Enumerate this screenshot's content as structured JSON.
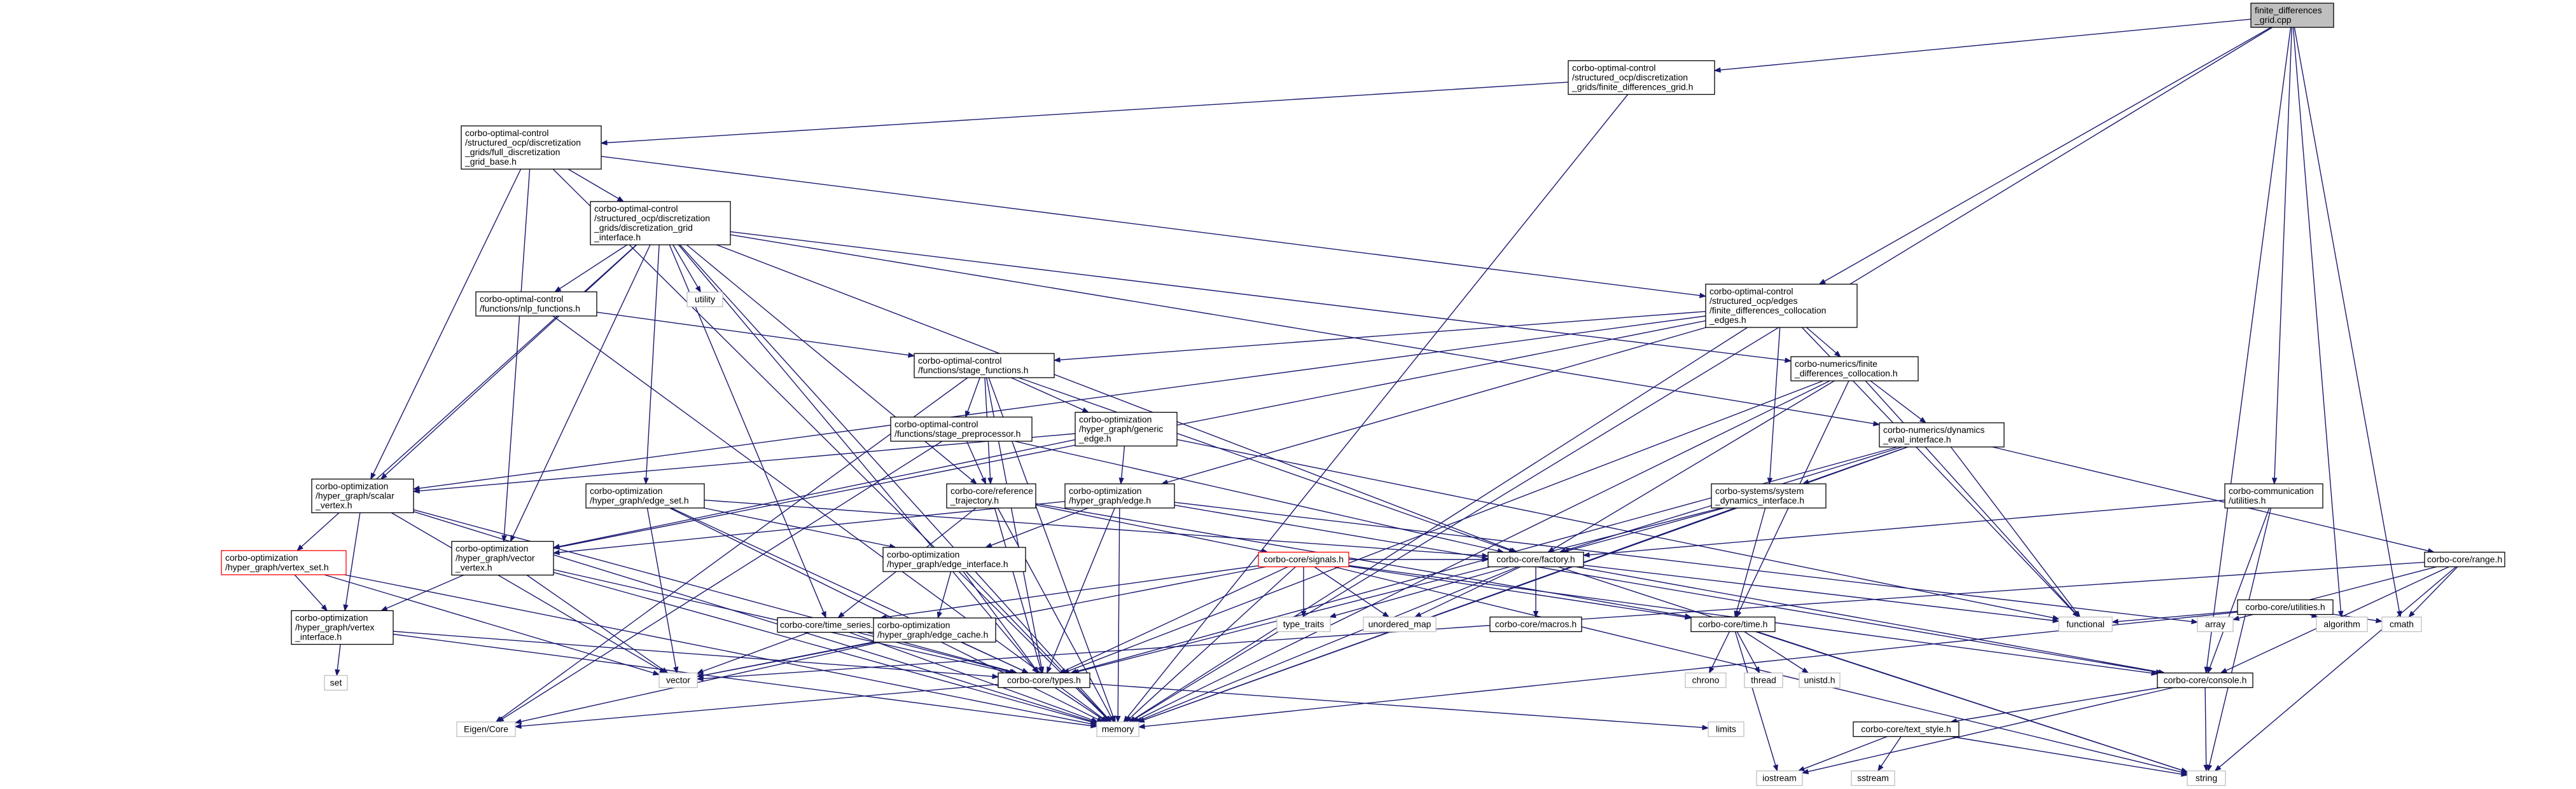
{
  "diagram": {
    "type": "include-dependency-graph",
    "nodes": [
      {
        "id": "root",
        "lines": [
          "finite_differences",
          "_grid.cpp"
        ],
        "kind": "root"
      },
      {
        "id": "fdg",
        "lines": [
          "corbo-optimal-control",
          "/structured_ocp/discretization",
          "_grids/finite_differences_grid.h"
        ],
        "kind": "normal"
      },
      {
        "id": "fdb",
        "lines": [
          "corbo-optimal-control",
          "/structured_ocp/discretization",
          "_grids/full_discretization",
          "_grid_base.h"
        ],
        "kind": "normal"
      },
      {
        "id": "dgi",
        "lines": [
          "corbo-optimal-control",
          "/structured_ocp/discretization",
          "_grids/discretization_grid",
          "_interface.h"
        ],
        "kind": "normal"
      },
      {
        "id": "fdce",
        "lines": [
          "corbo-optimal-control",
          "/structured_ocp/edges",
          "/finite_differences_collocation",
          "_edges.h"
        ],
        "kind": "normal"
      },
      {
        "id": "nlpf",
        "lines": [
          "corbo-optimal-control",
          "/functions/nlp_functions.h"
        ],
        "kind": "normal"
      },
      {
        "id": "utility",
        "lines": [
          "utility"
        ],
        "kind": "ext"
      },
      {
        "id": "stagef",
        "lines": [
          "corbo-optimal-control",
          "/functions/stage_functions.h"
        ],
        "kind": "normal"
      },
      {
        "id": "nfdc",
        "lines": [
          "corbo-numerics/finite",
          "_differences_collocation.h"
        ],
        "kind": "normal"
      },
      {
        "id": "ndei",
        "lines": [
          "corbo-numerics/dynamics",
          "_eval_interface.h"
        ],
        "kind": "normal"
      },
      {
        "id": "stagepre",
        "lines": [
          "corbo-optimal-control",
          "/functions/stage_preprocessor.h"
        ],
        "kind": "normal"
      },
      {
        "id": "genedge",
        "lines": [
          "corbo-optimization",
          "/hyper_graph/generic",
          "_edge.h"
        ],
        "kind": "normal"
      },
      {
        "id": "reftraj",
        "lines": [
          "corbo-core/reference",
          "_trajectory.h"
        ],
        "kind": "normal"
      },
      {
        "id": "edge",
        "lines": [
          "corbo-optimization",
          "/hyper_graph/edge.h"
        ],
        "kind": "normal"
      },
      {
        "id": "sysdyn",
        "lines": [
          "corbo-systems/system",
          "_dynamics_interface.h"
        ],
        "kind": "normal"
      },
      {
        "id": "commutil",
        "lines": [
          "corbo-communication",
          "/utilities.h"
        ],
        "kind": "normal"
      },
      {
        "id": "scalarvx",
        "lines": [
          "corbo-optimization",
          "/hyper_graph/scalar",
          "_vertex.h"
        ],
        "kind": "normal"
      },
      {
        "id": "edgeset",
        "lines": [
          "corbo-optimization",
          "/hyper_graph/edge_set.h"
        ],
        "kind": "normal"
      },
      {
        "id": "vectorvx",
        "lines": [
          "corbo-optimization",
          "/hyper_graph/vector",
          "_vertex.h"
        ],
        "kind": "normal"
      },
      {
        "id": "vxset",
        "lines": [
          "corbo-optimization",
          "/hyper_graph/vertex_set.h"
        ],
        "kind": "red"
      },
      {
        "id": "vxiface",
        "lines": [
          "corbo-optimization",
          "/hyper_graph/vertex",
          "_interface.h"
        ],
        "kind": "normal"
      },
      {
        "id": "set",
        "lines": [
          "set"
        ],
        "kind": "ext"
      },
      {
        "id": "edgeiface",
        "lines": [
          "corbo-optimization",
          "/hyper_graph/edge_interface.h"
        ],
        "kind": "normal"
      },
      {
        "id": "signals",
        "lines": [
          "corbo-core/signals.h"
        ],
        "kind": "red"
      },
      {
        "id": "factory",
        "lines": [
          "corbo-core/factory.h"
        ],
        "kind": "normal"
      },
      {
        "id": "coreutil",
        "lines": [
          "corbo-core/utilities.h"
        ],
        "kind": "normal"
      },
      {
        "id": "range",
        "lines": [
          "corbo-core/range.h"
        ],
        "kind": "normal"
      },
      {
        "id": "timeseries",
        "lines": [
          "corbo-core/time_series.h"
        ],
        "kind": "normal"
      },
      {
        "id": "edgecache",
        "lines": [
          "corbo-optimization",
          "/hyper_graph/edge_cache.h"
        ],
        "kind": "normal"
      },
      {
        "id": "typetraits",
        "lines": [
          "type_traits"
        ],
        "kind": "ext"
      },
      {
        "id": "unmap",
        "lines": [
          "unordered_map"
        ],
        "kind": "ext"
      },
      {
        "id": "macros",
        "lines": [
          "corbo-core/macros.h"
        ],
        "kind": "normal"
      },
      {
        "id": "time",
        "lines": [
          "corbo-core/time.h"
        ],
        "kind": "normal"
      },
      {
        "id": "functional",
        "lines": [
          "functional"
        ],
        "kind": "ext"
      },
      {
        "id": "array",
        "lines": [
          "array"
        ],
        "kind": "ext"
      },
      {
        "id": "algorithm",
        "lines": [
          "algorithm"
        ],
        "kind": "ext"
      },
      {
        "id": "cmath",
        "lines": [
          "cmath"
        ],
        "kind": "ext"
      },
      {
        "id": "vector",
        "lines": [
          "vector"
        ],
        "kind": "ext"
      },
      {
        "id": "types",
        "lines": [
          "corbo-core/types.h"
        ],
        "kind": "normal"
      },
      {
        "id": "chrono",
        "lines": [
          "chrono"
        ],
        "kind": "ext"
      },
      {
        "id": "thread",
        "lines": [
          "thread"
        ],
        "kind": "ext"
      },
      {
        "id": "unistd",
        "lines": [
          "unistd.h"
        ],
        "kind": "ext"
      },
      {
        "id": "console",
        "lines": [
          "corbo-core/console.h"
        ],
        "kind": "normal"
      },
      {
        "id": "eigen",
        "lines": [
          "Eigen/Core"
        ],
        "kind": "ext"
      },
      {
        "id": "memory",
        "lines": [
          "memory"
        ],
        "kind": "ext"
      },
      {
        "id": "limits",
        "lines": [
          "limits"
        ],
        "kind": "ext"
      },
      {
        "id": "textstyle",
        "lines": [
          "corbo-core/text_style.h"
        ],
        "kind": "normal"
      },
      {
        "id": "iostream",
        "lines": [
          "iostream"
        ],
        "kind": "ext"
      },
      {
        "id": "sstream",
        "lines": [
          "sstream"
        ],
        "kind": "ext"
      },
      {
        "id": "string",
        "lines": [
          "string"
        ],
        "kind": "ext"
      }
    ],
    "edges": [
      [
        "root",
        "fdg"
      ],
      [
        "root",
        "fdce"
      ],
      [
        "root",
        "commutil"
      ],
      [
        "root",
        "memory"
      ],
      [
        "root",
        "console"
      ],
      [
        "root",
        "algorithm"
      ],
      [
        "root",
        "cmath"
      ],
      [
        "fdg",
        "fdb"
      ],
      [
        "fdg",
        "memory"
      ],
      [
        "fdb",
        "dgi"
      ],
      [
        "fdb",
        "fdce"
      ],
      [
        "fdb",
        "scalarvx"
      ],
      [
        "fdb",
        "vectorvx"
      ],
      [
        "fdb",
        "memory"
      ],
      [
        "dgi",
        "nlpf"
      ],
      [
        "dgi",
        "utility"
      ],
      [
        "dgi",
        "reftraj"
      ],
      [
        "dgi",
        "factory"
      ],
      [
        "dgi",
        "ndei"
      ],
      [
        "dgi",
        "nfdc"
      ],
      [
        "dgi",
        "edgeset"
      ],
      [
        "dgi",
        "vxset"
      ],
      [
        "dgi",
        "scalarvx"
      ],
      [
        "dgi",
        "vectorvx"
      ],
      [
        "dgi",
        "timeseries"
      ],
      [
        "dgi",
        "types"
      ],
      [
        "dgi",
        "memory"
      ],
      [
        "fdce",
        "stagef"
      ],
      [
        "fdce",
        "nfdc"
      ],
      [
        "fdce",
        "sysdyn"
      ],
      [
        "fdce",
        "edge"
      ],
      [
        "fdce",
        "scalarvx"
      ],
      [
        "fdce",
        "vectorvx"
      ],
      [
        "fdce",
        "functional"
      ],
      [
        "fdce",
        "memory"
      ],
      [
        "nlpf",
        "stagef"
      ],
      [
        "nlpf",
        "memory"
      ],
      [
        "stagef",
        "stagepre"
      ],
      [
        "stagef",
        "genedge"
      ],
      [
        "stagef",
        "reftraj"
      ],
      [
        "stagef",
        "factory"
      ],
      [
        "stagef",
        "types"
      ],
      [
        "stagef",
        "eigen"
      ],
      [
        "stagef",
        "memory"
      ],
      [
        "nfdc",
        "ndei"
      ],
      [
        "nfdc",
        "factory"
      ],
      [
        "nfdc",
        "time"
      ],
      [
        "nfdc",
        "types"
      ],
      [
        "nfdc",
        "functional"
      ],
      [
        "nfdc",
        "memory"
      ],
      [
        "ndei",
        "sysdyn"
      ],
      [
        "ndei",
        "factory"
      ],
      [
        "ndei",
        "range"
      ],
      [
        "ndei",
        "types"
      ],
      [
        "ndei",
        "functional"
      ],
      [
        "ndei",
        "memory"
      ],
      [
        "stagepre",
        "reftraj"
      ],
      [
        "stagepre",
        "factory"
      ],
      [
        "stagepre",
        "eigen"
      ],
      [
        "genedge",
        "edge"
      ],
      [
        "genedge",
        "scalarvx"
      ],
      [
        "genedge",
        "vectorvx"
      ],
      [
        "genedge",
        "functional"
      ],
      [
        "reftraj",
        "signals"
      ],
      [
        "reftraj",
        "timeseries"
      ],
      [
        "reftraj",
        "types"
      ],
      [
        "reftraj",
        "memory"
      ],
      [
        "reftraj",
        "time"
      ],
      [
        "edge",
        "edgeiface"
      ],
      [
        "edge",
        "vectorvx"
      ],
      [
        "edge",
        "types"
      ],
      [
        "edge",
        "array"
      ],
      [
        "edge",
        "memory"
      ],
      [
        "edge",
        "console"
      ],
      [
        "sysdyn",
        "factory"
      ],
      [
        "sysdyn",
        "time"
      ],
      [
        "sysdyn",
        "types"
      ],
      [
        "sysdyn",
        "memory"
      ],
      [
        "commutil",
        "factory"
      ],
      [
        "commutil",
        "console"
      ],
      [
        "commutil",
        "string"
      ],
      [
        "scalarvx",
        "vxiface"
      ],
      [
        "scalarvx",
        "types"
      ],
      [
        "scalarvx",
        "vector"
      ],
      [
        "scalarvx",
        "memory"
      ],
      [
        "edgeset",
        "edgeiface"
      ],
      [
        "edgeset",
        "factory"
      ],
      [
        "edgeset",
        "types"
      ],
      [
        "edgeset",
        "vector"
      ],
      [
        "edgeset",
        "memory"
      ],
      [
        "vectorvx",
        "vxiface"
      ],
      [
        "vectorvx",
        "types"
      ],
      [
        "vectorvx",
        "vector"
      ],
      [
        "vectorvx",
        "memory"
      ],
      [
        "vxset",
        "vxiface"
      ],
      [
        "vxset",
        "vector"
      ],
      [
        "vxset",
        "memory"
      ],
      [
        "vxiface",
        "types"
      ],
      [
        "vxiface",
        "set"
      ],
      [
        "vxiface",
        "memory"
      ],
      [
        "edgeiface",
        "edgecache"
      ],
      [
        "edgeiface",
        "types"
      ],
      [
        "edgeiface",
        "memory"
      ],
      [
        "signals",
        "factory"
      ],
      [
        "signals",
        "time"
      ],
      [
        "signals",
        "timeseries"
      ],
      [
        "signals",
        "types"
      ],
      [
        "signals",
        "console"
      ],
      [
        "signals",
        "typetraits"
      ],
      [
        "signals",
        "unmap"
      ],
      [
        "signals",
        "vector"
      ],
      [
        "signals",
        "memory"
      ],
      [
        "signals",
        "string"
      ],
      [
        "factory",
        "macros"
      ],
      [
        "factory",
        "console"
      ],
      [
        "factory",
        "typetraits"
      ],
      [
        "factory",
        "unmap"
      ],
      [
        "factory",
        "functional"
      ],
      [
        "factory",
        "memory"
      ],
      [
        "factory",
        "string"
      ],
      [
        "coreutil",
        "functional"
      ],
      [
        "coreutil",
        "algorithm"
      ],
      [
        "coreutil",
        "cmath"
      ],
      [
        "coreutil",
        "memory"
      ],
      [
        "range",
        "array"
      ],
      [
        "range",
        "cmath"
      ],
      [
        "range",
        "console"
      ],
      [
        "range",
        "vector"
      ],
      [
        "range",
        "string"
      ],
      [
        "timeseries",
        "types"
      ],
      [
        "timeseries",
        "vector"
      ],
      [
        "timeseries",
        "memory"
      ],
      [
        "edgecache",
        "types"
      ],
      [
        "edgecache",
        "vector"
      ],
      [
        "edgecache",
        "eigen"
      ],
      [
        "time",
        "chrono"
      ],
      [
        "time",
        "thread"
      ],
      [
        "time",
        "unistd"
      ],
      [
        "time",
        "iostream"
      ],
      [
        "time",
        "string"
      ],
      [
        "types",
        "eigen"
      ],
      [
        "types",
        "limits"
      ],
      [
        "types",
        "memory"
      ],
      [
        "console",
        "textstyle"
      ],
      [
        "console",
        "iostream"
      ],
      [
        "console",
        "string"
      ],
      [
        "textstyle",
        "iostream"
      ],
      [
        "textstyle",
        "sstream"
      ],
      [
        "textstyle",
        "string"
      ]
    ]
  }
}
